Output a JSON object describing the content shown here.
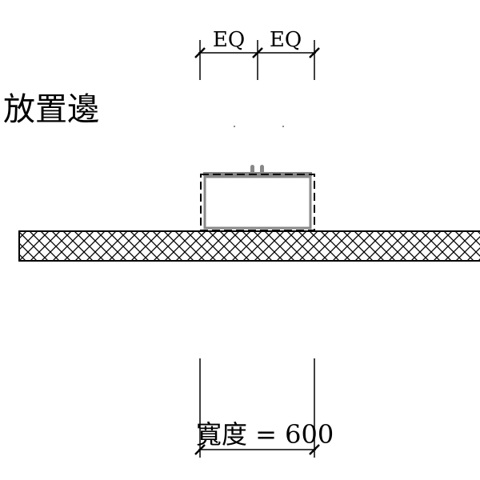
{
  "title": "放置邊",
  "top_dimension": {
    "left_label": "EQ",
    "right_label": "EQ"
  },
  "bottom_dimension": {
    "label": "寬度 = 600"
  },
  "colors": {
    "line": "#000000",
    "outline_gray": "#888888"
  }
}
